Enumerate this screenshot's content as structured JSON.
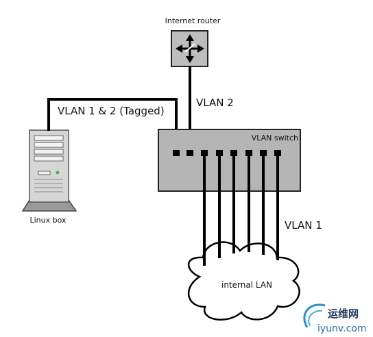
{
  "labels": {
    "router": "Internet router",
    "vlan2": "VLAN 2",
    "tagged": "VLAN 1 & 2 (Tagged)",
    "switch": "VLAN switch",
    "linux": "Linux box",
    "vlan1": "VLAN 1",
    "lan": "internal LAN"
  },
  "watermark": {
    "cn": "运维网",
    "en": "iyunv.com"
  }
}
